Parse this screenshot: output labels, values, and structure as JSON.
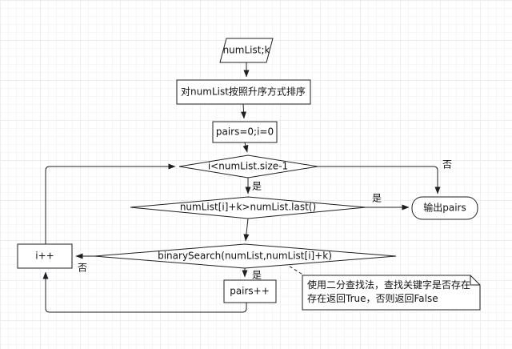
{
  "diagram": {
    "type": "flowchart",
    "stroke_color": "#1f1f1f",
    "fill_color": "#ffffff",
    "grid_color": "#ececf1",
    "nodes": {
      "input": {
        "shape": "parallelogram",
        "label": "numList;k"
      },
      "sort": {
        "shape": "rectangle",
        "label": "对numList按照升序方式排序"
      },
      "init": {
        "shape": "rectangle",
        "label": "pairs=0;i=0"
      },
      "cond_loop": {
        "shape": "diamond",
        "label": "i<numList.size-1"
      },
      "cond_last": {
        "shape": "diamond",
        "label": "numList[i]+k>numList.last()"
      },
      "cond_search": {
        "shape": "diamond",
        "label": "binarySearch(numList,numList[i]+k)"
      },
      "pairs_inc": {
        "shape": "rectangle",
        "label": "pairs++"
      },
      "i_inc": {
        "shape": "rectangle",
        "label": "i++"
      },
      "output": {
        "shape": "rounded-rectangle",
        "label": "输出pairs"
      },
      "note": {
        "shape": "note",
        "line1": "使用二分查找法，查找关键字是否存在",
        "line2": "存在返回True，否则返回False"
      }
    },
    "edge_labels": {
      "cond_loop_yes": "是",
      "cond_loop_no": "否",
      "cond_last_yes": "是",
      "cond_search_yes": "是",
      "cond_search_no": "否"
    }
  }
}
